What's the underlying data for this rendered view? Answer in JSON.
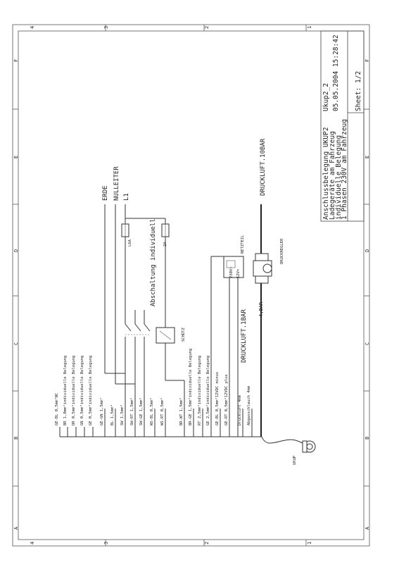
{
  "frame": {
    "top_numbers": [
      "4",
      "3",
      "2",
      "1"
    ],
    "bottom_numbers": [
      "4",
      "3",
      "2",
      "1"
    ],
    "left_letters": [
      "F",
      "E",
      "D",
      "C",
      "B",
      "A"
    ],
    "right_letters": [
      "F",
      "E",
      "D",
      "C",
      "B",
      "A"
    ]
  },
  "title_block": {
    "col1": [
      "Anschlussbelegung UKUP2",
      "Ladegeräte am Fahrzeug",
      "individuelle Belegung",
      "1 Phasen 230V am Fahrzeug"
    ],
    "col2": [
      "Ukup2_2",
      "05.05.2004 15:28:42",
      "Sheet: 1/2"
    ]
  },
  "supply": {
    "erde": "ERDE",
    "nulleiter": "NULLEITER",
    "l1": "L1",
    "druckluft_in": "DRUCKLUFT.10BAR"
  },
  "components": {
    "fuse1": "L6A",
    "fuse2": "2A",
    "abschaltung": "Abschaltung individuell",
    "schuetz": "SCHÜTZ",
    "netzteil": "NETZTEIL",
    "netzteil_in": "230V~",
    "netzteil_out": "12V=",
    "druckregler": "DRUCKREGLER",
    "bar_label": "4,BAR",
    "druckluft_out": "DRUCKLUFT.1BAR",
    "connector": "UKUP"
  },
  "wires": [
    "GE-BL 0,5mm²NC",
    "BR 1,0mm²individuelle Belegung",
    "OR 0,5mm²individuelle Belegung",
    "GN 0,5mm²individuelle Belegung",
    "GE 0,5mm²individuelle Belegung",
    "GE-GN 1,5mm²",
    "BL 1,5mm²",
    "SW 1,5mm²",
    "SW-RT 1,5mm²",
    "SW-GE 1,5mm²",
    "WS-BL 0,5mm²",
    "WS-RT 0,5mm²",
    "BR-WT 1,5mm²",
    "BR-GE 1,5mm²individuelle Belegung",
    "RT 2,5mm²individuelle Belegung",
    "GE 2,5mm²individuelle Belegung",
    "GE-BL 0,5mm²12VDC minus",
    "GE-RT 0,5mm²12VDC plus",
    "Druckluft 4mm",
    "Abgasschlauch 4mm"
  ]
}
